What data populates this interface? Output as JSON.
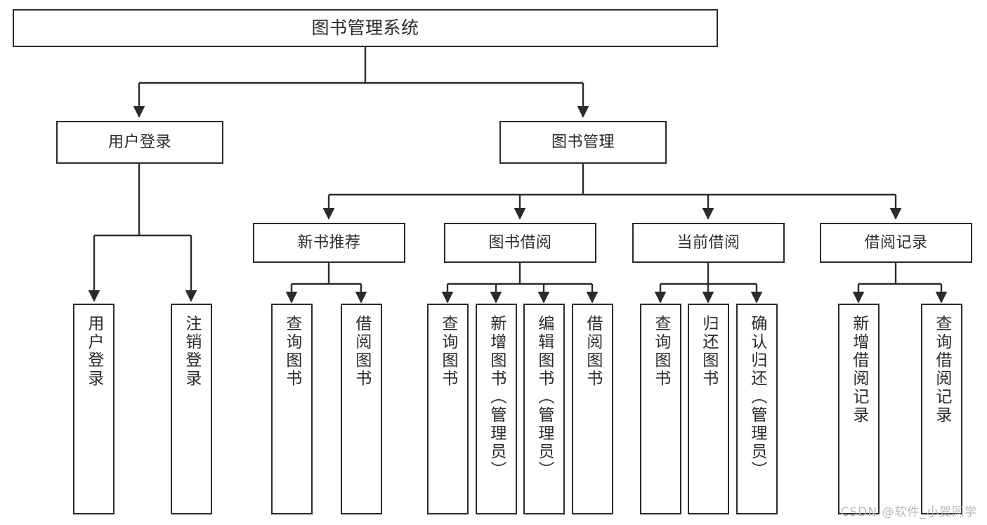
{
  "diagram": {
    "title": "图书管理系统",
    "type": "hierarchy-tree",
    "watermark": "CSDN @软件_小贺同学",
    "colors": {
      "box_border": "#2b2b2b",
      "box_fill": "#ffffff",
      "connector": "#2b2b2b",
      "text": "#2b2b2b",
      "watermark": "#b8b8b8",
      "background": "#ffffff"
    },
    "root": {
      "label": "图书管理系统"
    },
    "level1": [
      {
        "label": "用户登录"
      },
      {
        "label": "图书管理"
      }
    ],
    "level2": [
      {
        "label": "新书推荐"
      },
      {
        "label": "图书借阅"
      },
      {
        "label": "当前借阅"
      },
      {
        "label": "借阅记录"
      }
    ],
    "leaves": {
      "user_login": [
        {
          "label": "用户登录"
        },
        {
          "label": "注销登录"
        }
      ],
      "new_book": [
        {
          "label": "查询图书"
        },
        {
          "label": "借阅图书"
        }
      ],
      "book_borrow": [
        {
          "label": "查询图书"
        },
        {
          "label": "新增图书（管理员）"
        },
        {
          "label": "编辑图书（管理员）"
        },
        {
          "label": "借阅图书"
        }
      ],
      "current_borrow": [
        {
          "label": "查询图书"
        },
        {
          "label": "归还图书"
        },
        {
          "label": "确认归还（管理员）"
        }
      ],
      "borrow_record": [
        {
          "label": "新增借阅记录"
        },
        {
          "label": "查询借阅记录"
        }
      ]
    }
  }
}
